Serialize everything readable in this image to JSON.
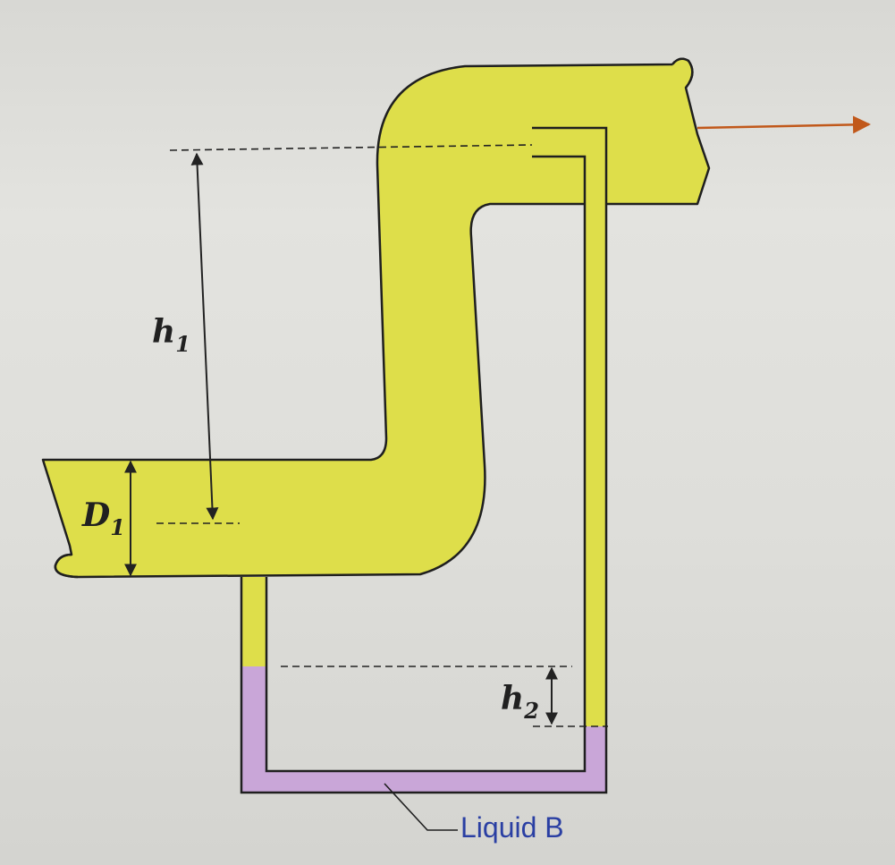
{
  "labels": {
    "h1_main": "h",
    "h1_sub": "1",
    "h2_main": "h",
    "h2_sub": "2",
    "d1_main": "D",
    "d1_sub": "1",
    "liquid_b": "Liquid B"
  },
  "colors": {
    "fluid": "#dede4a",
    "liquid_b": "#c9a6d8",
    "flow_arrow": "#c1581a",
    "outline": "#1f1f1f",
    "dimension": "#222222",
    "label_text": "#2a3fa3"
  }
}
